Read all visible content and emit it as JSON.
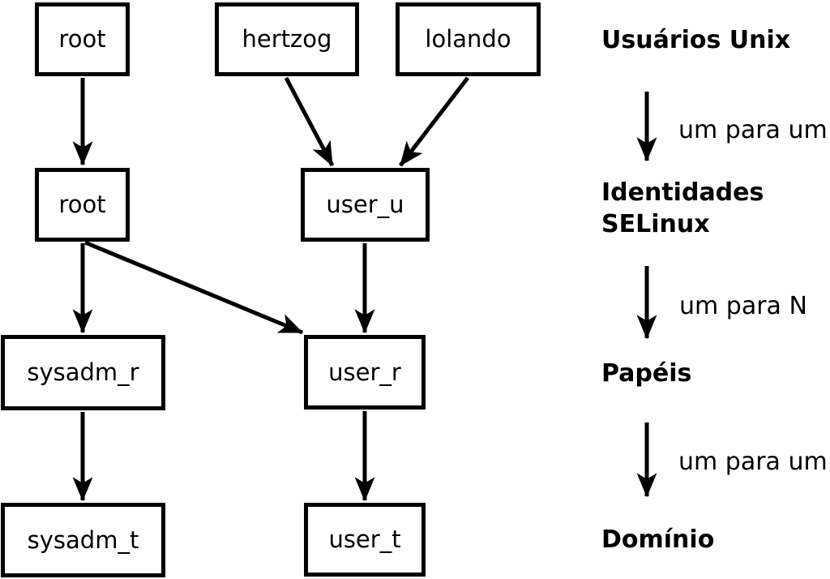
{
  "colors": {
    "ink": "#000000",
    "background": "#ffffff"
  },
  "nodes": {
    "unix_root": "root",
    "unix_hertzog": "hertzog",
    "unix_lolando": "lolando",
    "selinux_root": "root",
    "selinux_user_u": "user_u",
    "role_sysadm_r": "sysadm_r",
    "role_user_r": "user_r",
    "domain_sysadm_t": "sysadm_t",
    "domain_user_t": "user_t"
  },
  "edges": [
    {
      "from": "unix_root",
      "to": "selinux_root"
    },
    {
      "from": "unix_hertzog",
      "to": "selinux_user_u"
    },
    {
      "from": "unix_lolando",
      "to": "selinux_user_u"
    },
    {
      "from": "selinux_root",
      "to": "role_sysadm_r"
    },
    {
      "from": "selinux_root",
      "to": "role_user_r"
    },
    {
      "from": "selinux_user_u",
      "to": "role_user_r"
    },
    {
      "from": "role_sysadm_r",
      "to": "domain_sysadm_t"
    },
    {
      "from": "role_user_r",
      "to": "domain_user_t"
    }
  ],
  "legend": {
    "level_unix_users": "Usuários Unix",
    "level_selinux_identities_line1": "Identidades",
    "level_selinux_identities_line2": "SELinux",
    "level_roles": "Papéis",
    "level_domain": "Domínio",
    "relation_unix_to_identities": "um para um",
    "relation_identities_to_roles": "um para N",
    "relation_roles_to_domain": "um para um"
  }
}
